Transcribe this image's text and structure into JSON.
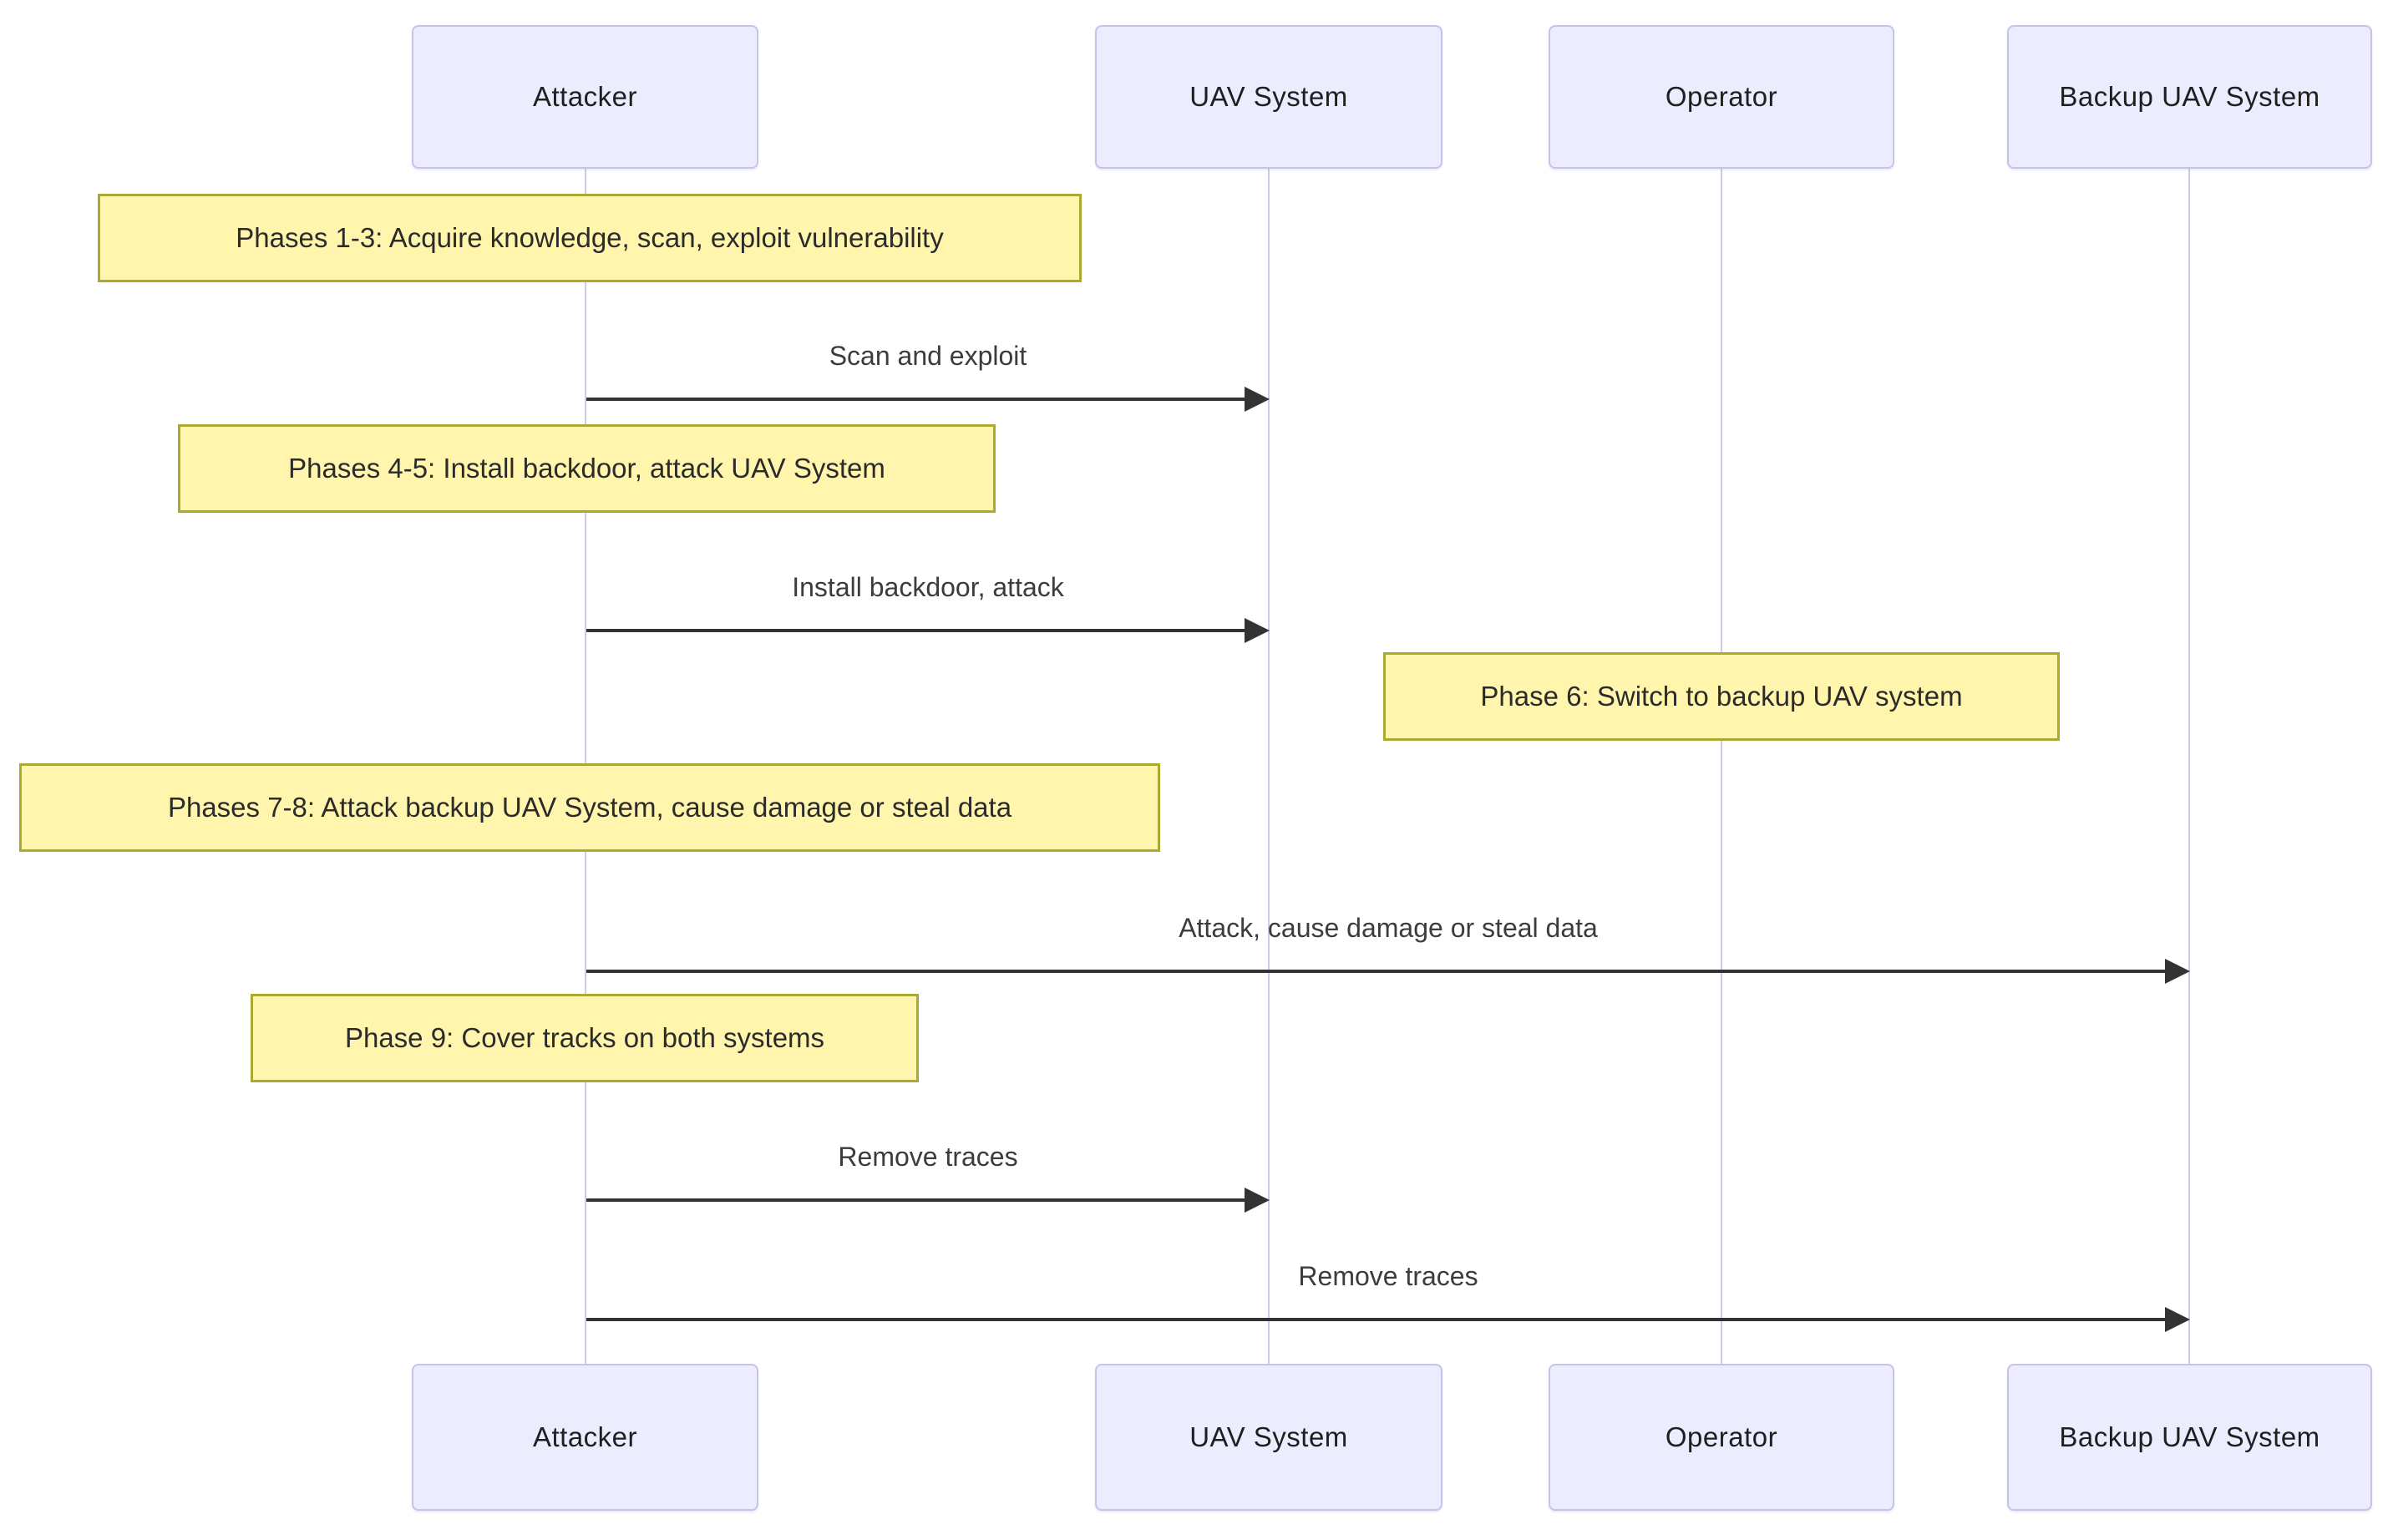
{
  "diagram": {
    "type": "sequence",
    "background": "#ffffff",
    "actors": [
      {
        "label": "Attacker"
      },
      {
        "label": "UAV System"
      },
      {
        "label": "Operator"
      },
      {
        "label": "Backup UAV System"
      }
    ],
    "notes": [
      {
        "text": "Phases 1-3: Acquire knowledge, scan, exploit vulnerability",
        "over": "Attacker"
      },
      {
        "text": "Phases 4-5: Install backdoor, attack UAV System",
        "over": "Attacker"
      },
      {
        "text": "Phase 6: Switch to backup UAV system",
        "over": "Operator"
      },
      {
        "text": "Phases 7-8: Attack backup UAV System, cause damage or steal data",
        "over": "Attacker"
      },
      {
        "text": "Phase 9: Cover tracks on both systems",
        "over": "Attacker"
      }
    ],
    "messages": [
      {
        "label": "Scan and exploit",
        "from": "Attacker",
        "to": "UAV System"
      },
      {
        "label": "Install backdoor, attack",
        "from": "Attacker",
        "to": "UAV System"
      },
      {
        "label": "Attack, cause damage or steal data",
        "from": "Attacker",
        "to": "Backup UAV System"
      },
      {
        "label": "Remove traces",
        "from": "Attacker",
        "to": "UAV System"
      },
      {
        "label": "Remove traces",
        "from": "Attacker",
        "to": "Backup UAV System"
      }
    ],
    "colors": {
      "actor_fill": "#ECECFF",
      "actor_border": "#C8C2E9",
      "note_fill": "#FFF5AD",
      "note_border": "#AAAA33",
      "lifeline": "#CFC9EC",
      "arrow": "#333333",
      "text": "#1F1F1F"
    }
  }
}
